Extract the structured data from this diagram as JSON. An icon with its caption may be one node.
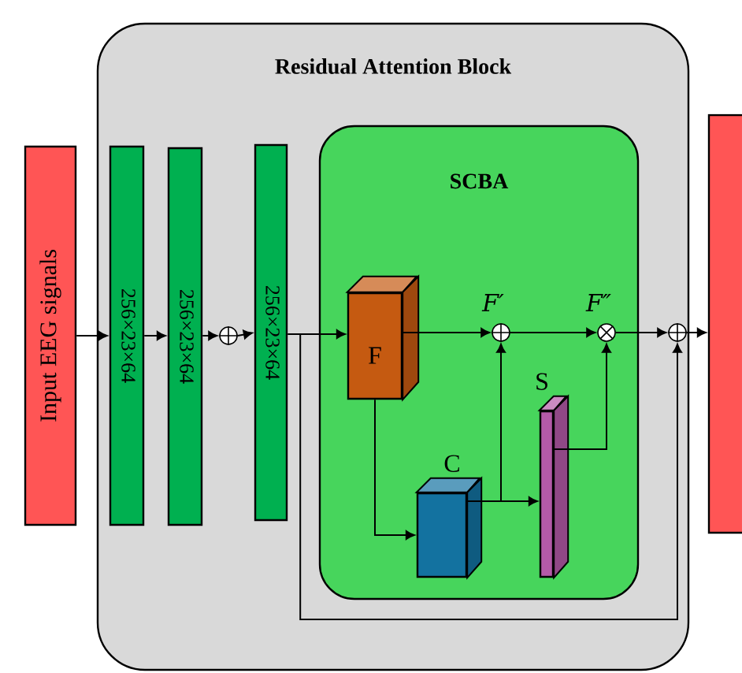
{
  "diagram": {
    "nodes": [
      {
        "text": [
          "Residual Attention Block"
        ]
      },
      {
        "text": [
          "Input EEG signals"
        ]
      },
      {
        "text": [
          "256×23×64"
        ],
        "in": 0
      },
      {
        "text": [
          "256×23×64"
        ],
        "in": 0
      },
      {
        "text": [],
        "shape": "circle",
        "in": 0
      },
      {
        "text": [
          "256×23×64"
        ],
        "in": 0
      },
      {
        "text": [
          "SCBA"
        ],
        "in": 0
      },
      {
        "text": [
          "F"
        ],
        "in": 6
      },
      {
        "text": [
          "C"
        ],
        "in": 6
      },
      {
        "text": [
          "S"
        ],
        "in": 6
      },
      {
        "text": [],
        "shape": "circle",
        "beside": [
          "F′"
        ],
        "in": 6
      },
      {
        "text": [],
        "shape": "circle",
        "beside": [
          "F″"
        ],
        "in": 6
      },
      {
        "text": [],
        "shape": "circle",
        "in": 0
      },
      {
        "text": [],
        "shape": "box"
      }
    ],
    "edges": [
      {
        "from": 1,
        "to": 2,
        "arrow": "to"
      },
      {
        "from": 2,
        "to": 3,
        "arrow": "to"
      },
      {
        "from": 3,
        "to": 4,
        "arrow": "to"
      },
      {
        "from": 4,
        "to": 5,
        "arrow": "to"
      },
      {
        "from": 5,
        "to": 7,
        "arrow": "to"
      },
      {
        "from": 7,
        "to": 10,
        "arrow": "to"
      },
      {
        "from": 10,
        "to": 11,
        "arrow": "to"
      },
      {
        "from": 11,
        "to": 12,
        "arrow": "to"
      },
      {
        "from": 12,
        "to": 13,
        "arrow": "to"
      },
      {
        "from": 7,
        "to": 8,
        "arrow": "to"
      },
      {
        "from": 8,
        "to": 10,
        "arrow": "to"
      },
      {
        "from": 8,
        "to": 9,
        "arrow": "to"
      },
      {
        "from": 9,
        "to": 11,
        "arrow": "to"
      },
      {
        "from": 5,
        "to": 12,
        "arrow": "to"
      }
    ]
  }
}
